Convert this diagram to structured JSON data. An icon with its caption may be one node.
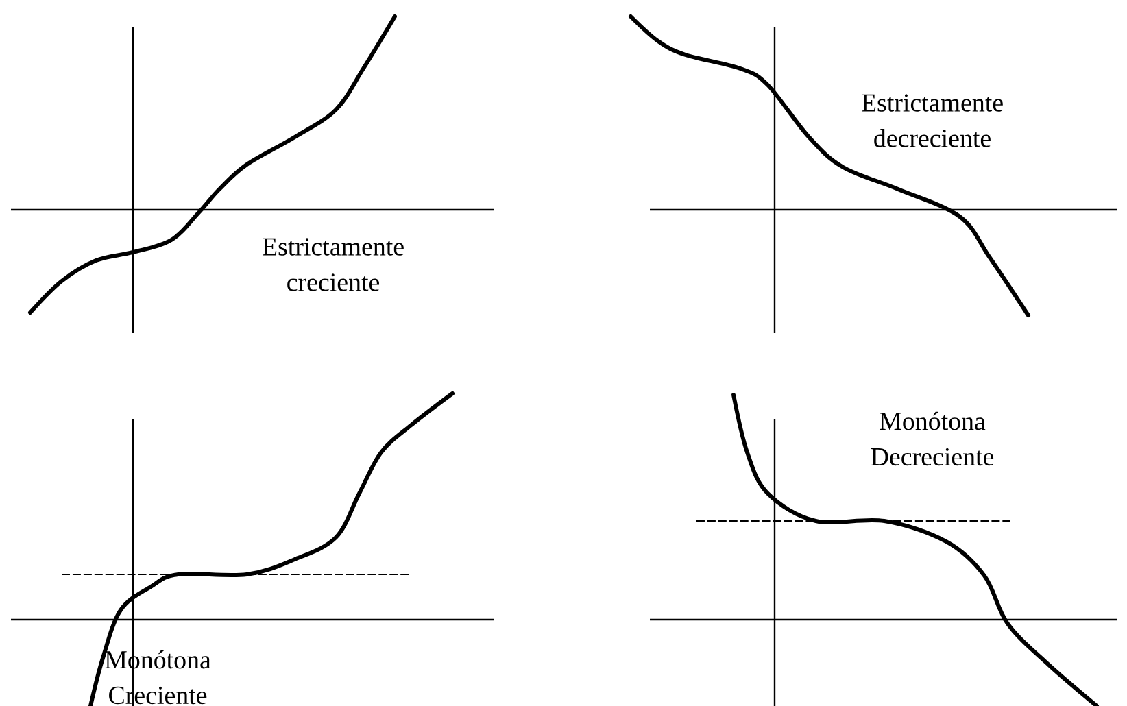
{
  "diagram": {
    "labels": [
      "Estrictamente decreciente",
      "Estrictamente creciente",
      "Monótona Decreciente",
      "Monótona Creciente"
    ]
  }
}
